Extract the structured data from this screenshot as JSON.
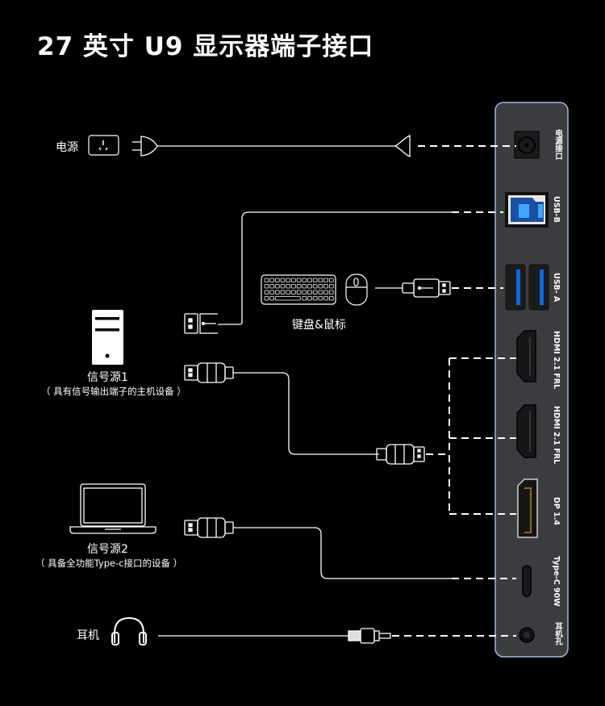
{
  "title": "27 英寸 U9 显示器端子接口",
  "colors": {
    "background": "#000000",
    "panel": "#3b3c3f",
    "panel_border": "#9fb7e0",
    "line": "#ffffff",
    "usb_blue": "#1a73e8"
  },
  "devices": {
    "power": {
      "label": "电源",
      "icon": "power-outlet-icon"
    },
    "keyboard_mouse": {
      "label": "键盘&鼠标",
      "icon": "keyboard-mouse-icon"
    },
    "source1": {
      "label": "信号源1",
      "desc": "（ 具有信号输出端子的主机设备 ）",
      "icon": "desktop-tower-icon"
    },
    "source2": {
      "label": "信号源2",
      "desc": "（ 具备全功能Type-c接口的设备 ）",
      "icon": "laptop-icon"
    },
    "headphones": {
      "label": "耳机",
      "icon": "headphones-icon"
    }
  },
  "ports": [
    {
      "id": "power",
      "label": "电源接口"
    },
    {
      "id": "usb-b",
      "label": "USB-B"
    },
    {
      "id": "usb-a",
      "label": "USB- A"
    },
    {
      "id": "hdmi1",
      "label": "HDMI 2.1 FRL"
    },
    {
      "id": "hdmi2",
      "label": "HDMI 2.1 FRL"
    },
    {
      "id": "dp",
      "label": "DP 1.4"
    },
    {
      "id": "typec",
      "label": "Type-C 90W"
    },
    {
      "id": "audio",
      "label": "耳机孔"
    }
  ]
}
